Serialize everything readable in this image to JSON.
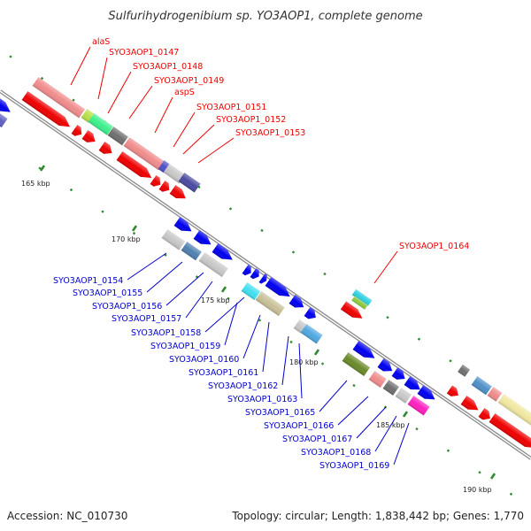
{
  "title": "Sulfurihydrogenibium sp. YO3AOP1, complete genome",
  "footer": {
    "accession": "Accession: NC_010730",
    "summary": "Topology: circular; Length: 1,838,442 bp; Genes: 1,770"
  },
  "colors": {
    "backbone": "#8a8a8a",
    "tick": "#2e8b2e",
    "label_top": "#ee0000",
    "label_bottom": "#0000cc",
    "gene_red": "#ee0000",
    "gene_blue": "#0000ee"
  },
  "scale": {
    "ticks": [
      {
        "label": "165 kbp"
      },
      {
        "label": "170 kbp"
      },
      {
        "label": "175 kbp"
      },
      {
        "label": "180 kbp"
      },
      {
        "label": "185 kbp"
      },
      {
        "label": "190 kbp"
      }
    ]
  },
  "labels_top": [
    {
      "text": "alaS"
    },
    {
      "text": "SYO3AOP1_0147"
    },
    {
      "text": "SYO3AOP1_0148"
    },
    {
      "text": "SYO3AOP1_0149"
    },
    {
      "text": "aspS"
    },
    {
      "text": "SYO3AOP1_0151"
    },
    {
      "text": "SYO3AOP1_0152"
    },
    {
      "text": "SYO3AOP1_0153"
    },
    {
      "text": "SYO3AOP1_0164"
    }
  ],
  "labels_bottom": [
    {
      "text": "SYO3AOP1_0154"
    },
    {
      "text": "SYO3AOP1_0155"
    },
    {
      "text": "SYO3AOP1_0156"
    },
    {
      "text": "SYO3AOP1_0157"
    },
    {
      "text": "SYO3AOP1_0158"
    },
    {
      "text": "SYO3AOP1_0159"
    },
    {
      "text": "SYO3AOP1_0160"
    },
    {
      "text": "SYO3AOP1_0161"
    },
    {
      "text": "SYO3AOP1_0162"
    },
    {
      "text": "SYO3AOP1_0163"
    },
    {
      "text": "SYO3AOP1_0165"
    },
    {
      "text": "SYO3AOP1_0166"
    },
    {
      "text": "SYO3AOP1_0167"
    },
    {
      "text": "SYO3AOP1_0168"
    },
    {
      "text": "SYO3AOP1_0169"
    }
  ]
}
